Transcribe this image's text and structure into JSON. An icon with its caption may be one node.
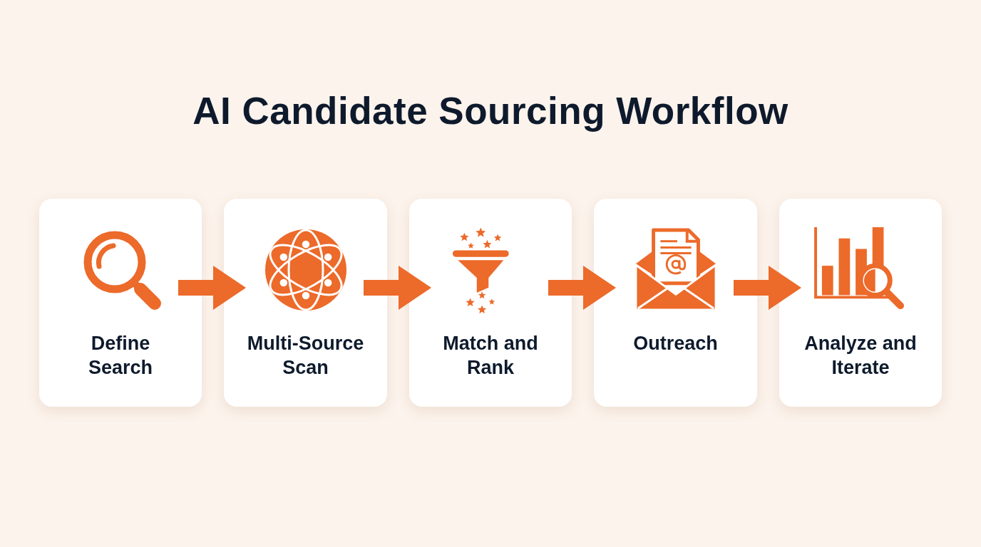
{
  "diagram": {
    "title": "AI Candidate Sourcing Workflow",
    "nodes": [
      {
        "text": [
          "Define Search"
        ]
      },
      {
        "text": [
          "Multi-Source Scan"
        ]
      },
      {
        "text": [
          "Match and Rank"
        ]
      },
      {
        "text": [
          "Outreach"
        ]
      },
      {
        "text": [
          "Analyze and Iterate"
        ]
      }
    ],
    "edges": [
      {
        "from": 0,
        "to": 1,
        "arrow": "to"
      },
      {
        "from": 1,
        "to": 2,
        "arrow": "to"
      },
      {
        "from": 2,
        "to": 3,
        "arrow": "to"
      },
      {
        "from": 3,
        "to": 4,
        "arrow": "to"
      }
    ]
  }
}
